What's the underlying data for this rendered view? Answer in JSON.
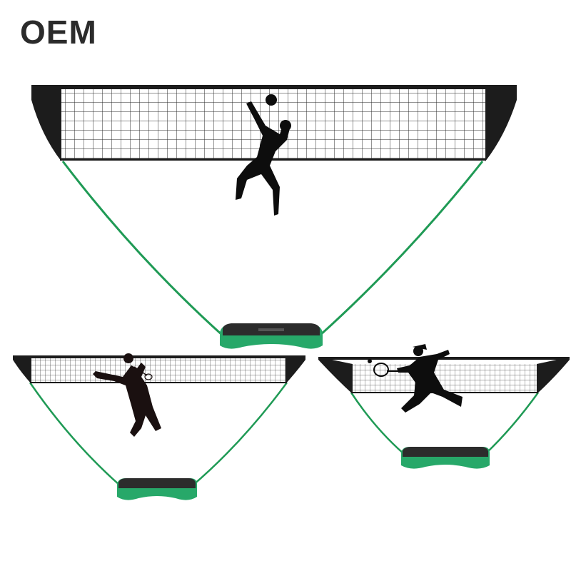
{
  "brand": {
    "text": "OEM"
  },
  "colors": {
    "net_frame": "#1c1c1c",
    "net_mesh": "#2a2a2a",
    "pole_green": "#1f9a55",
    "base_green": "#27a869",
    "base_top": "#2c2c2c",
    "silhouette": "#0d0d0d",
    "background": "#ffffff"
  },
  "products": [
    {
      "net": "volleyball-net",
      "athlete": "volleyball-player"
    },
    {
      "net": "badminton-net",
      "athlete": "badminton-player"
    },
    {
      "net": "tennis-net",
      "athlete": "tennis-player"
    }
  ]
}
